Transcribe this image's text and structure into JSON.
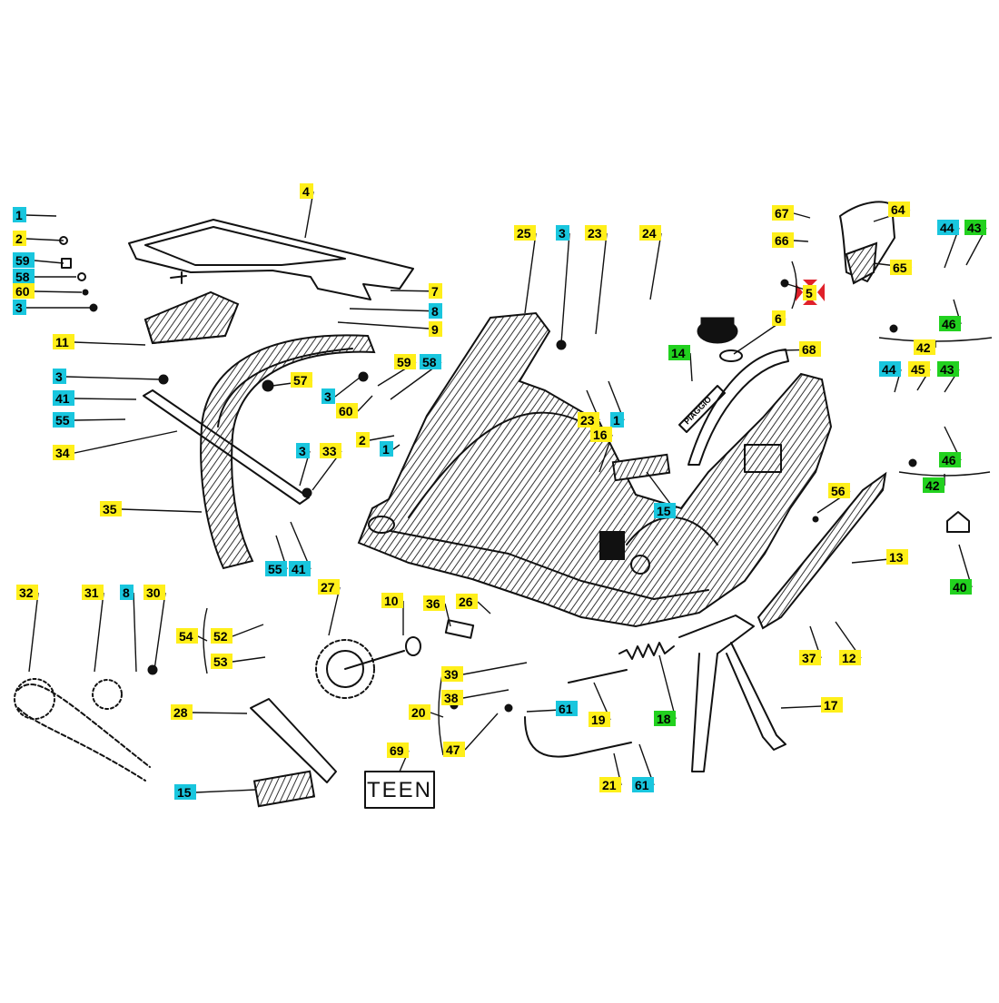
{
  "colors": {
    "yellow": "#ffef1a",
    "cyan": "#19c6de",
    "green": "#22d11f",
    "marker_red": "#e0202a"
  },
  "labels": [
    {
      "id": "c1",
      "text": "1",
      "color": "cyan"
    },
    {
      "id": "c2",
      "text": "2",
      "color": "yellow"
    },
    {
      "id": "c59",
      "text": "59",
      "color": "cyan"
    },
    {
      "id": "c58",
      "text": "58",
      "color": "cyan"
    },
    {
      "id": "c60",
      "text": "60",
      "color": "yellow"
    },
    {
      "id": "c3",
      "text": "3",
      "color": "cyan"
    },
    {
      "id": "c11",
      "text": "11",
      "color": "yellow"
    },
    {
      "id": "c4",
      "text": "4",
      "color": "yellow"
    },
    {
      "id": "c7",
      "text": "7",
      "color": "yellow"
    },
    {
      "id": "c8",
      "text": "8",
      "color": "cyan"
    },
    {
      "id": "c9",
      "text": "9",
      "color": "yellow"
    },
    {
      "id": "c3b",
      "text": "3",
      "color": "cyan"
    },
    {
      "id": "c41",
      "text": "41",
      "color": "cyan"
    },
    {
      "id": "c55",
      "text": "55",
      "color": "cyan"
    },
    {
      "id": "c34",
      "text": "34",
      "color": "yellow"
    },
    {
      "id": "c57",
      "text": "57",
      "color": "yellow"
    },
    {
      "id": "c3c",
      "text": "3",
      "color": "cyan"
    },
    {
      "id": "c59b",
      "text": "59",
      "color": "yellow"
    },
    {
      "id": "c58b",
      "text": "58",
      "color": "cyan"
    },
    {
      "id": "c60b",
      "text": "60",
      "color": "yellow"
    },
    {
      "id": "c2b",
      "text": "2",
      "color": "yellow"
    },
    {
      "id": "c1b",
      "text": "1",
      "color": "cyan"
    },
    {
      "id": "c3d",
      "text": "3",
      "color": "cyan"
    },
    {
      "id": "c33",
      "text": "33",
      "color": "yellow"
    },
    {
      "id": "c35",
      "text": "35",
      "color": "yellow"
    },
    {
      "id": "c55b",
      "text": "55",
      "color": "cyan"
    },
    {
      "id": "c41b",
      "text": "41",
      "color": "cyan"
    },
    {
      "id": "c25",
      "text": "25",
      "color": "yellow"
    },
    {
      "id": "c3e",
      "text": "3",
      "color": "cyan"
    },
    {
      "id": "c23",
      "text": "23",
      "color": "yellow"
    },
    {
      "id": "c24",
      "text": "24",
      "color": "yellow"
    },
    {
      "id": "c23b",
      "text": "23",
      "color": "yellow"
    },
    {
      "id": "c1c",
      "text": "1",
      "color": "cyan"
    },
    {
      "id": "c16",
      "text": "16",
      "color": "yellow"
    },
    {
      "id": "c14",
      "text": "14",
      "color": "green"
    },
    {
      "id": "c15",
      "text": "15",
      "color": "cyan"
    },
    {
      "id": "c67",
      "text": "67",
      "color": "yellow"
    },
    {
      "id": "c66",
      "text": "66",
      "color": "yellow"
    },
    {
      "id": "c64",
      "text": "64",
      "color": "yellow"
    },
    {
      "id": "c65",
      "text": "65",
      "color": "yellow"
    },
    {
      "id": "c5",
      "text": "5",
      "color": "yellow"
    },
    {
      "id": "c6",
      "text": "6",
      "color": "yellow"
    },
    {
      "id": "c68",
      "text": "68",
      "color": "yellow"
    },
    {
      "id": "c44",
      "text": "44",
      "color": "cyan"
    },
    {
      "id": "c43",
      "text": "43",
      "color": "green"
    },
    {
      "id": "c46",
      "text": "46",
      "color": "green"
    },
    {
      "id": "c42",
      "text": "42",
      "color": "yellow"
    },
    {
      "id": "c44b",
      "text": "44",
      "color": "cyan"
    },
    {
      "id": "c45",
      "text": "45",
      "color": "yellow"
    },
    {
      "id": "c43b",
      "text": "43",
      "color": "green"
    },
    {
      "id": "c46b",
      "text": "46",
      "color": "green"
    },
    {
      "id": "c42b",
      "text": "42",
      "color": "green"
    },
    {
      "id": "c56",
      "text": "56",
      "color": "yellow"
    },
    {
      "id": "c13",
      "text": "13",
      "color": "yellow"
    },
    {
      "id": "c40",
      "text": "40",
      "color": "green"
    },
    {
      "id": "c37",
      "text": "37",
      "color": "yellow"
    },
    {
      "id": "c12",
      "text": "12",
      "color": "yellow"
    },
    {
      "id": "c17",
      "text": "17",
      "color": "yellow"
    },
    {
      "id": "c18",
      "text": "18",
      "color": "green"
    },
    {
      "id": "c19",
      "text": "19",
      "color": "yellow"
    },
    {
      "id": "c61",
      "text": "61",
      "color": "cyan"
    },
    {
      "id": "c21",
      "text": "21",
      "color": "yellow"
    },
    {
      "id": "c61b",
      "text": "61",
      "color": "cyan"
    },
    {
      "id": "c39",
      "text": "39",
      "color": "yellow"
    },
    {
      "id": "c38",
      "text": "38",
      "color": "yellow"
    },
    {
      "id": "c20",
      "text": "20",
      "color": "yellow"
    },
    {
      "id": "c47",
      "text": "47",
      "color": "yellow"
    },
    {
      "id": "c10",
      "text": "10",
      "color": "yellow"
    },
    {
      "id": "c36",
      "text": "36",
      "color": "yellow"
    },
    {
      "id": "c26",
      "text": "26",
      "color": "yellow"
    },
    {
      "id": "c27",
      "text": "27",
      "color": "yellow"
    },
    {
      "id": "c32",
      "text": "32",
      "color": "yellow"
    },
    {
      "id": "c31",
      "text": "31",
      "color": "yellow"
    },
    {
      "id": "c8b",
      "text": "8",
      "color": "cyan"
    },
    {
      "id": "c30",
      "text": "30",
      "color": "yellow"
    },
    {
      "id": "c54",
      "text": "54",
      "color": "yellow"
    },
    {
      "id": "c52",
      "text": "52",
      "color": "yellow"
    },
    {
      "id": "c53",
      "text": "53",
      "color": "yellow"
    },
    {
      "id": "c28",
      "text": "28",
      "color": "yellow"
    },
    {
      "id": "c15b",
      "text": "15",
      "color": "cyan"
    },
    {
      "id": "c69",
      "text": "69",
      "color": "yellow"
    }
  ],
  "decal_text": "PIAGGIO",
  "badge_text": "TEEN"
}
